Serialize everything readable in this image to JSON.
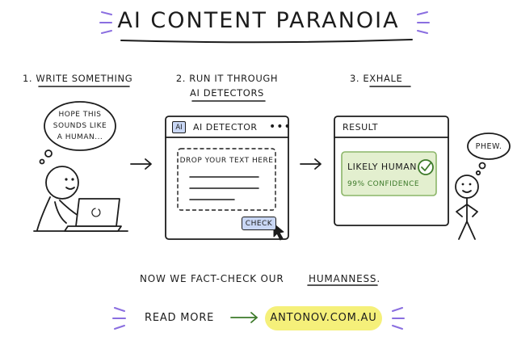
{
  "title": "AI CONTENT PARANOIA",
  "steps": [
    {
      "label": "1. WRITE SOMETHING"
    },
    {
      "label_line1": "2. RUN IT THROUGH",
      "label_line2": "AI DETECTORS"
    },
    {
      "label": "3. EXHALE"
    }
  ],
  "thought_bubble": {
    "line1": "HOPE THIS",
    "line2": "SOUNDS LIKE",
    "line3": "A HUMAN..."
  },
  "detector": {
    "badge": "AI",
    "title": "AI DETECTOR",
    "menu": "•••",
    "drop_text": "DROP YOUR TEXT HERE",
    "check_label": "CHECK"
  },
  "result": {
    "title": "RESULT",
    "verdict": "LIKELY HUMAN",
    "confidence": "99% CONFIDENCE"
  },
  "relief_bubble": {
    "text": "PHEW."
  },
  "tagline": {
    "prefix": "NOW WE FACT-CHECK OUR",
    "highlight": "HUMANNESS."
  },
  "read_more": {
    "label": "READ MORE",
    "link": "ANTONOV.COM.AU"
  },
  "colors": {
    "ink": "#1c1c1c",
    "accent_purple": "#8a6ee0",
    "badge_blue": "#c9d7f5",
    "result_green_bg": "#e3efcf",
    "result_green_border": "#8bb568",
    "result_green_text": "#3d7a2a",
    "arrow_green": "#3d7a2a",
    "link_yellow": "#f5f07a"
  }
}
